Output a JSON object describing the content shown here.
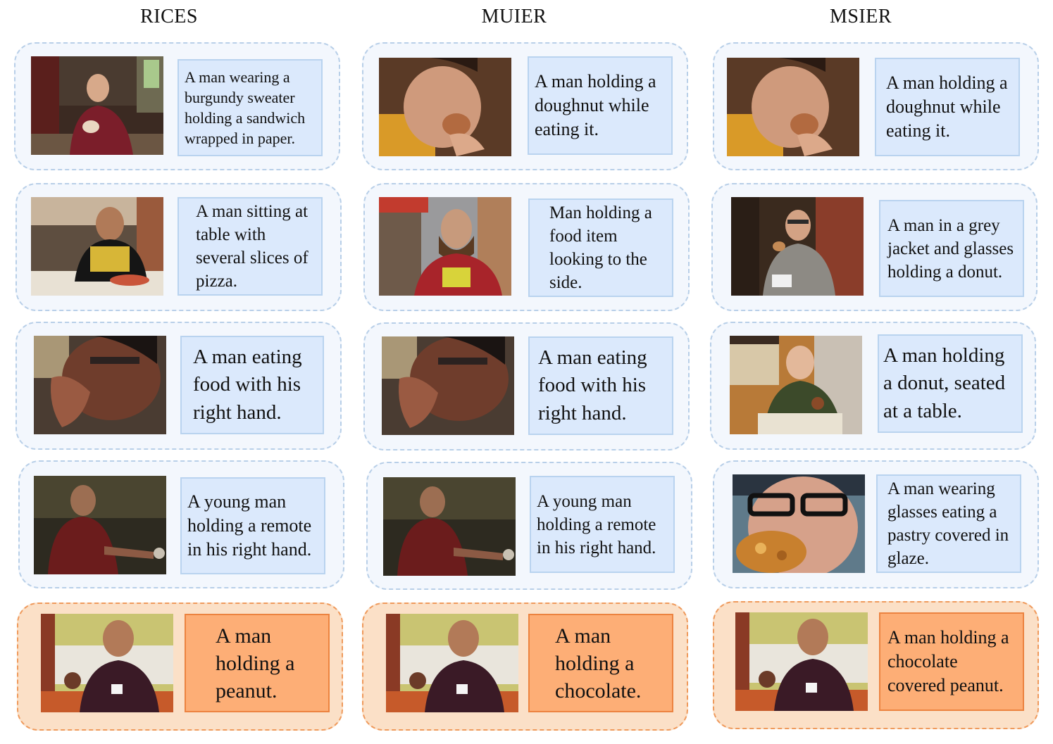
{
  "columns": [
    {
      "title": "RICES",
      "examples": [
        "A man wearing a burgundy sweater holding a sandwich wrapped in paper.",
        "A man sitting at table with several slices of pizza.",
        "A man eating food with his right hand.",
        "A young man holding a remote in his right hand."
      ],
      "query": "A man holding a peanut."
    },
    {
      "title": "MUIER",
      "examples": [
        "A man holding a doughnut while eating it.",
        "Man holding a food item looking to the side.",
        "A man eating food with his right hand.",
        "A young man holding a remote in his right hand."
      ],
      "query": "A man holding a chocolate."
    },
    {
      "title": "MSIER",
      "examples": [
        "A man holding a doughnut while eating it.",
        "A man in a grey jacket and glasses holding a donut.",
        "A man holding a donut, seated at a table.",
        "A man wearing glasses eating a pastry covered in glaze."
      ],
      "query": "A man holding a chocolate covered peanut."
    }
  ],
  "colors": {
    "example_card_bg": "#f3f7fd",
    "example_card_border": "#b8cfe8",
    "example_caption_bg": "#dbe9fc",
    "query_card_bg": "#fbe0c7",
    "query_card_border": "#ef9a5c",
    "query_caption_bg": "#fdae76"
  }
}
